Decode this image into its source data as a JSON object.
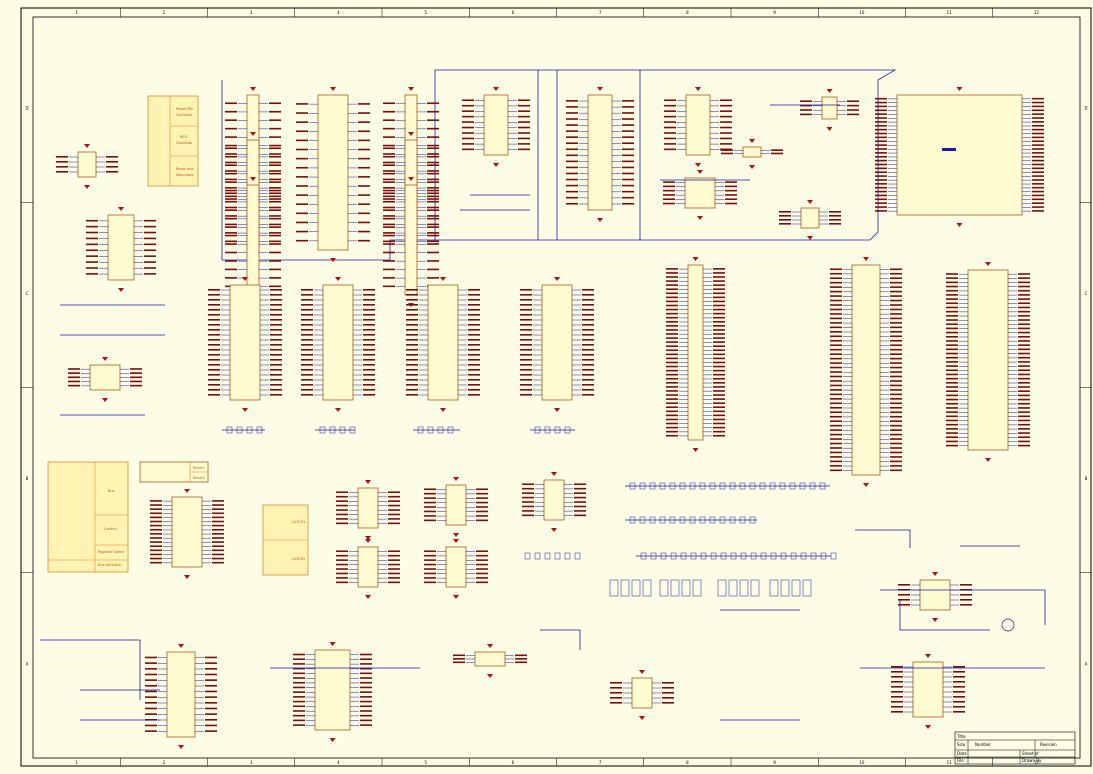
{
  "colors": {
    "paper": "#fdfde6",
    "frame": "#000000",
    "chip_fill": "#fffbd0",
    "chip_stroke": "#b05a1c",
    "block_fill": "#fff3b3",
    "block_stroke": "#e08a2b",
    "wire": "#1a1aa8",
    "net_label": "#7a0c0c",
    "ground": "#b01010"
  },
  "frame": {
    "columns": [
      "1",
      "2",
      "3",
      "4",
      "5",
      "6",
      "7",
      "8",
      "9",
      "10",
      "11",
      "12"
    ],
    "rows": [
      "A",
      "B",
      "C",
      "D"
    ]
  },
  "power_blocks": {
    "top": [
      "Power/Pin",
      "Oscillator",
      "REG",
      "Oscillator",
      "Reset and",
      "Watchdog"
    ],
    "left": [
      "Bus",
      "Control",
      "Register Select",
      "Bus sel/Latch"
    ]
  },
  "reset_block": [
    "Reset1",
    "Reset2"
  ],
  "decoders": [
    "LATCH1",
    "LATCH2"
  ],
  "title_block": {
    "heading": "Title",
    "size": "Size",
    "number": "Number",
    "revision": "Revision",
    "date": "Date",
    "file": "File",
    "sheet": "Sheet of",
    "drawn_by": "Drawn By"
  }
}
